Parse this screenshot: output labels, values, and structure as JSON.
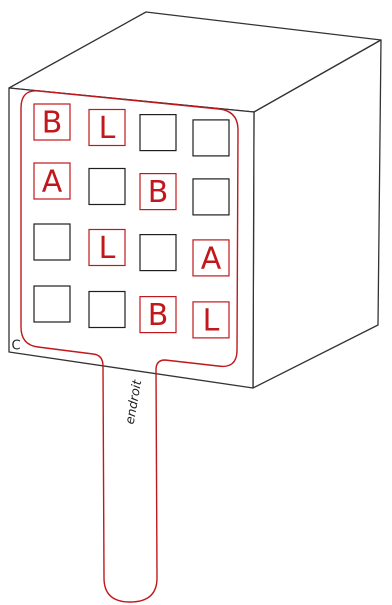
{
  "grid": {
    "rows": 4,
    "cols": 4,
    "cells": [
      [
        "B",
        "L",
        "",
        ""
      ],
      [
        "A",
        "",
        "B",
        ""
      ],
      [
        "",
        "L",
        "",
        "A"
      ],
      [
        "",
        "",
        "B",
        "L"
      ]
    ]
  },
  "handle_label": "endroit",
  "corner_mark": "C",
  "colors": {
    "accent": "#c0181c",
    "line": "#333333"
  }
}
